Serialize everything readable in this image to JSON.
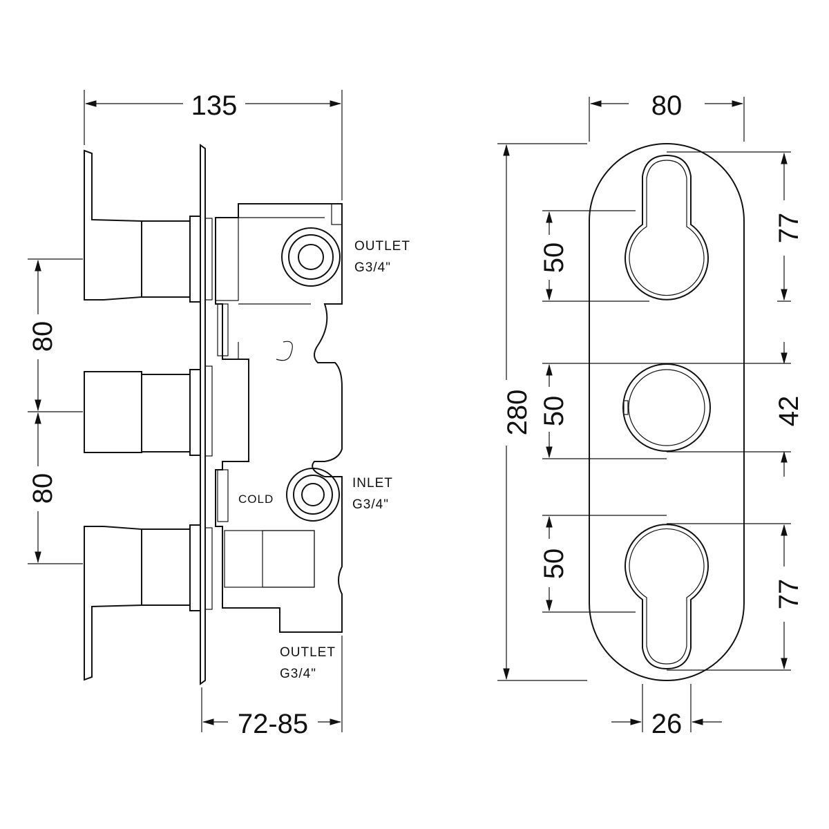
{
  "dimensions": {
    "side_width": "135",
    "side_spacing_upper": "80",
    "side_spacing_lower": "80",
    "wall_depth": "72-85",
    "front_width": "80",
    "front_height": "280",
    "front_handle_top_50": "50",
    "front_handle_mid_50": "50",
    "front_handle_bot_50": "50",
    "front_top_77": "77",
    "front_mid_42": "42",
    "front_bot_77": "77",
    "front_lever_width": "26"
  },
  "labels": {
    "outlet_top_line1": "OUTLET",
    "outlet_top_line2": "G3/4\"",
    "inlet_line1": "INLET",
    "inlet_line2": "G3/4\"",
    "cold": "COLD",
    "outlet_bottom_line1": "OUTLET",
    "outlet_bottom_line2": "G3/4\""
  }
}
